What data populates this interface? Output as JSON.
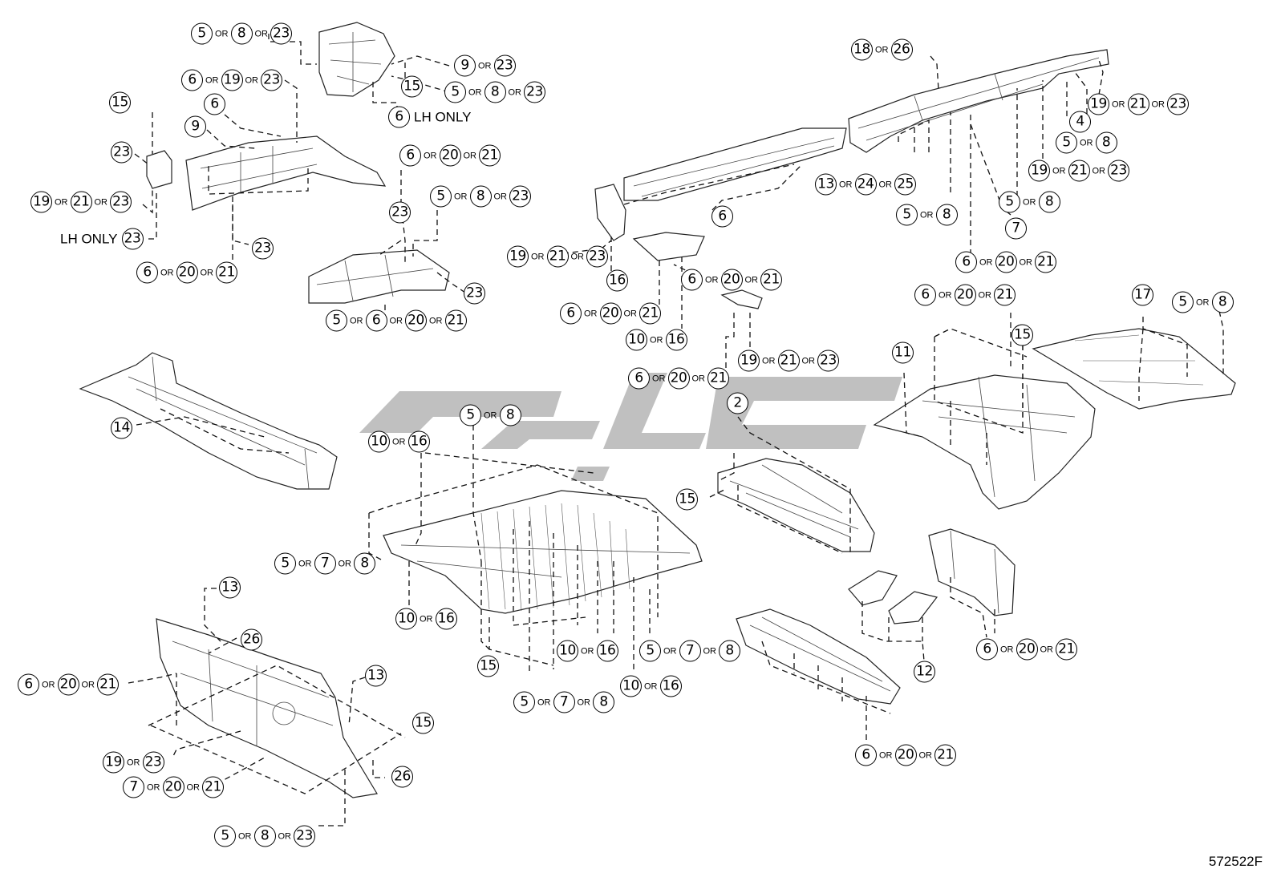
{
  "diagram_code": "572522F",
  "watermark_icon": "persian-logo-watermark",
  "callouts": [
    {
      "id": "c01",
      "items": [
        "5",
        "OR",
        "8",
        "OR",
        "23"
      ]
    },
    {
      "id": "c02",
      "items": [
        "9",
        "OR",
        "23"
      ]
    },
    {
      "id": "c03",
      "items": [
        "6",
        "OR",
        "19",
        "OR",
        "23"
      ]
    },
    {
      "id": "c04",
      "items": [
        "15"
      ]
    },
    {
      "id": "c05",
      "items": [
        "5",
        "OR",
        "8",
        "OR",
        "23"
      ]
    },
    {
      "id": "c06",
      "items": [
        "6"
      ],
      "note": "LH ONLY"
    },
    {
      "id": "c07",
      "items": [
        "15"
      ]
    },
    {
      "id": "c08",
      "items": [
        "6"
      ]
    },
    {
      "id": "c09",
      "items": [
        "9"
      ]
    },
    {
      "id": "c10",
      "items": [
        "23"
      ]
    },
    {
      "id": "c11",
      "items": [
        "19",
        "OR",
        "21",
        "OR",
        "23"
      ]
    },
    {
      "id": "c12",
      "items": [
        "23"
      ],
      "lead": "LH ONLY"
    },
    {
      "id": "c13",
      "items": [
        "23"
      ]
    },
    {
      "id": "c14",
      "items": [
        "6",
        "OR",
        "20",
        "OR",
        "21"
      ]
    },
    {
      "id": "c15",
      "items": [
        "6",
        "OR",
        "20",
        "OR",
        "21"
      ]
    },
    {
      "id": "c16",
      "items": [
        "23"
      ]
    },
    {
      "id": "c17",
      "items": [
        "5",
        "OR",
        "8",
        "OR",
        "23"
      ]
    },
    {
      "id": "c18",
      "items": [
        "23"
      ]
    },
    {
      "id": "c19",
      "items": [
        "5",
        "OR",
        "6",
        "OR",
        "20",
        "OR",
        "21"
      ]
    },
    {
      "id": "c20",
      "items": [
        "18",
        "OR",
        "26"
      ]
    },
    {
      "id": "c21",
      "items": [
        "19",
        "OR",
        "21",
        "OR",
        "23"
      ]
    },
    {
      "id": "c22",
      "items": [
        "4"
      ]
    },
    {
      "id": "c23",
      "items": [
        "5",
        "OR",
        "8"
      ]
    },
    {
      "id": "c24",
      "items": [
        "19",
        "OR",
        "21",
        "OR",
        "23"
      ]
    },
    {
      "id": "c25",
      "items": [
        "13",
        "OR",
        "24",
        "OR",
        "25"
      ]
    },
    {
      "id": "c26",
      "items": [
        "5",
        "OR",
        "8"
      ]
    },
    {
      "id": "c27",
      "items": [
        "5",
        "OR",
        "8"
      ]
    },
    {
      "id": "c28",
      "items": [
        "7"
      ]
    },
    {
      "id": "c29",
      "items": [
        "6"
      ]
    },
    {
      "id": "c30",
      "items": [
        "6",
        "OR",
        "20",
        "OR",
        "21"
      ]
    },
    {
      "id": "c31",
      "items": [
        "19",
        "OR",
        "21",
        "OR",
        "23"
      ]
    },
    {
      "id": "c32",
      "items": [
        "16"
      ]
    },
    {
      "id": "c33",
      "items": [
        "6",
        "OR",
        "20",
        "OR",
        "21"
      ]
    },
    {
      "id": "c34",
      "items": [
        "6",
        "OR",
        "20",
        "OR",
        "21"
      ]
    },
    {
      "id": "c35",
      "items": [
        "10",
        "OR",
        "16"
      ]
    },
    {
      "id": "c36",
      "items": [
        "6",
        "OR",
        "20",
        "OR",
        "21"
      ]
    },
    {
      "id": "c37",
      "items": [
        "17"
      ]
    },
    {
      "id": "c38",
      "items": [
        "5",
        "OR",
        "8"
      ]
    },
    {
      "id": "c39",
      "items": [
        "19",
        "OR",
        "21",
        "OR",
        "23"
      ]
    },
    {
      "id": "c40",
      "items": [
        "6",
        "OR",
        "20",
        "OR",
        "21"
      ]
    },
    {
      "id": "c41",
      "items": [
        "15"
      ]
    },
    {
      "id": "c42",
      "items": [
        "11"
      ]
    },
    {
      "id": "c43",
      "items": [
        "14"
      ]
    },
    {
      "id": "c44",
      "items": [
        "5",
        "OR",
        "8"
      ]
    },
    {
      "id": "c45",
      "items": [
        "10",
        "OR",
        "16"
      ]
    },
    {
      "id": "c46",
      "items": [
        "2"
      ]
    },
    {
      "id": "c47",
      "items": [
        "15"
      ]
    },
    {
      "id": "c48",
      "items": [
        "5",
        "OR",
        "7",
        "OR",
        "8"
      ]
    },
    {
      "id": "c49",
      "items": [
        "13"
      ]
    },
    {
      "id": "c50",
      "items": [
        "26"
      ]
    },
    {
      "id": "c51",
      "items": [
        "10",
        "OR",
        "16"
      ]
    },
    {
      "id": "c52",
      "items": [
        "15"
      ]
    },
    {
      "id": "c53",
      "items": [
        "10",
        "OR",
        "16"
      ]
    },
    {
      "id": "c54",
      "items": [
        "5",
        "OR",
        "7",
        "OR",
        "8"
      ]
    },
    {
      "id": "c55",
      "items": [
        "6",
        "OR",
        "20",
        "OR",
        "21"
      ]
    },
    {
      "id": "c56",
      "items": [
        "6",
        "OR",
        "20",
        "OR",
        "21"
      ]
    },
    {
      "id": "c57",
      "items": [
        "13"
      ]
    },
    {
      "id": "c58",
      "items": [
        "12"
      ]
    },
    {
      "id": "c59",
      "items": [
        "10",
        "OR",
        "16"
      ]
    },
    {
      "id": "c60",
      "items": [
        "5",
        "OR",
        "7",
        "OR",
        "8"
      ]
    },
    {
      "id": "c61",
      "items": [
        "15"
      ]
    },
    {
      "id": "c62",
      "items": [
        "19",
        "OR",
        "23"
      ]
    },
    {
      "id": "c63",
      "items": [
        "26"
      ]
    },
    {
      "id": "c64",
      "items": [
        "7",
        "OR",
        "20",
        "OR",
        "21"
      ]
    },
    {
      "id": "c65",
      "items": [
        "5",
        "OR",
        "8",
        "OR",
        "23"
      ]
    },
    {
      "id": "c66",
      "items": [
        "6",
        "OR",
        "20",
        "OR",
        "21"
      ]
    }
  ]
}
